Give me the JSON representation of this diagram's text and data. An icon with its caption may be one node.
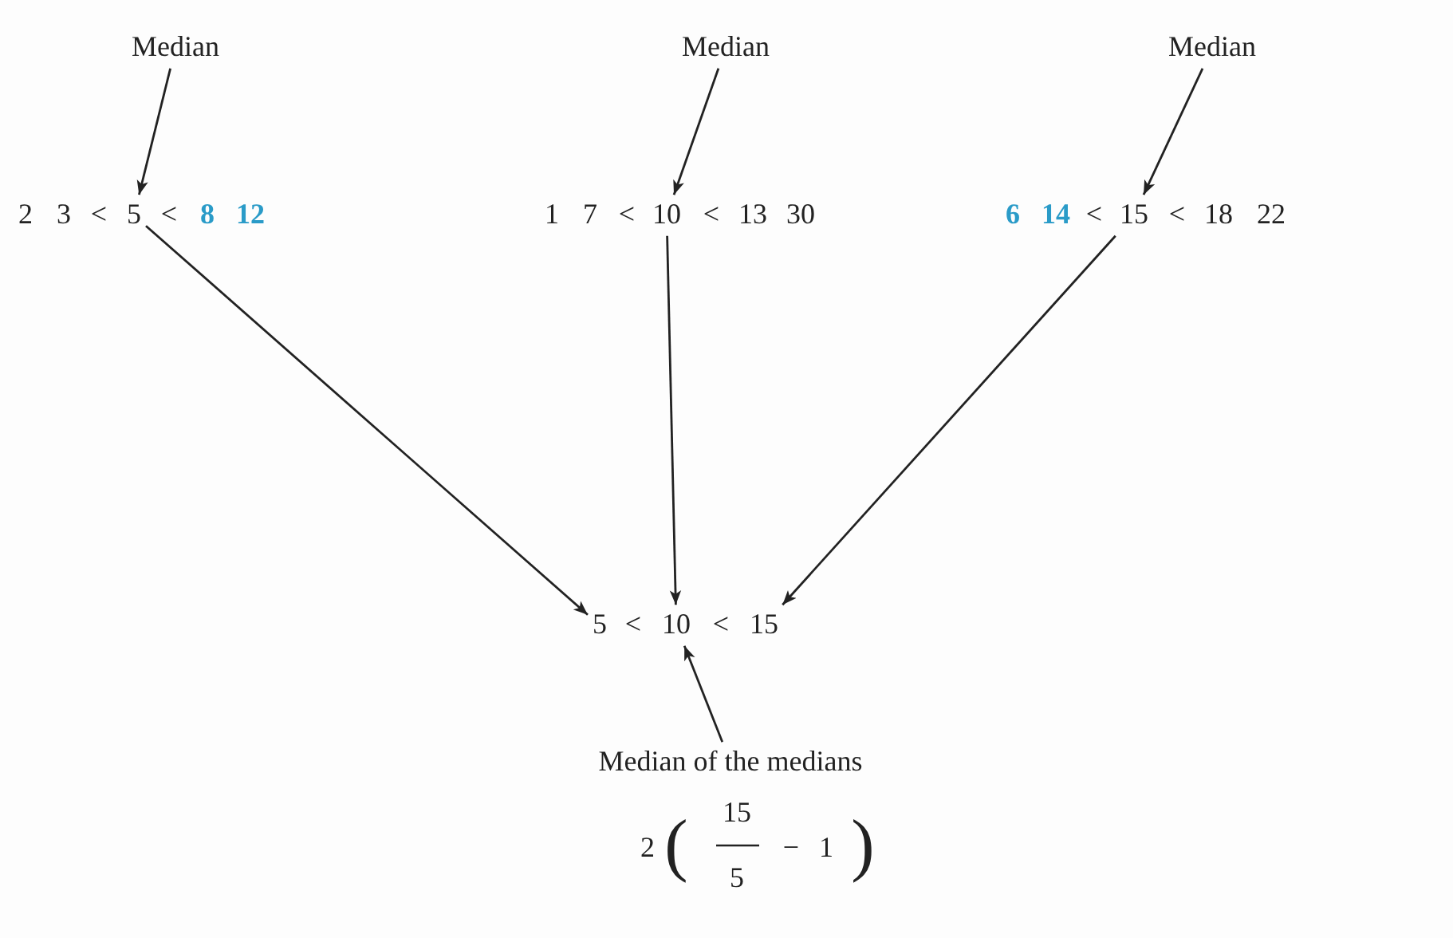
{
  "diagram": {
    "nodes": [
      {
        "text": [
          "Median"
        ]
      },
      {
        "text": [
          "Median"
        ]
      },
      {
        "text": [
          "Median"
        ]
      },
      {
        "text": [
          "5"
        ]
      },
      {
        "text": [
          "10"
        ]
      },
      {
        "text": [
          "15"
        ]
      },
      {
        "text": [
          "5"
        ]
      },
      {
        "text": [
          "10"
        ]
      },
      {
        "text": [
          "15"
        ]
      },
      {
        "text": [
          "Median of the medians"
        ]
      }
    ],
    "edges": [
      {
        "from": 0,
        "to": 3,
        "arrow": "to"
      },
      {
        "from": 1,
        "to": 4,
        "arrow": "to"
      },
      {
        "from": 2,
        "to": 5,
        "arrow": "to"
      },
      {
        "from": 3,
        "to": 6,
        "arrow": "to"
      },
      {
        "from": 4,
        "to": 7,
        "arrow": "to"
      },
      {
        "from": 5,
        "to": 8,
        "arrow": "to"
      },
      {
        "from": 9,
        "to": 7,
        "arrow": "to"
      }
    ],
    "labels": [
      "2",
      "3",
      "<",
      "<",
      "8",
      "12",
      "1",
      "7",
      "<",
      "<",
      "13",
      "30",
      "6",
      "14",
      "<",
      "<",
      "18",
      "22",
      "<",
      "<",
      "2",
      "(",
      "15",
      "5",
      "−",
      "1",
      ")"
    ]
  }
}
